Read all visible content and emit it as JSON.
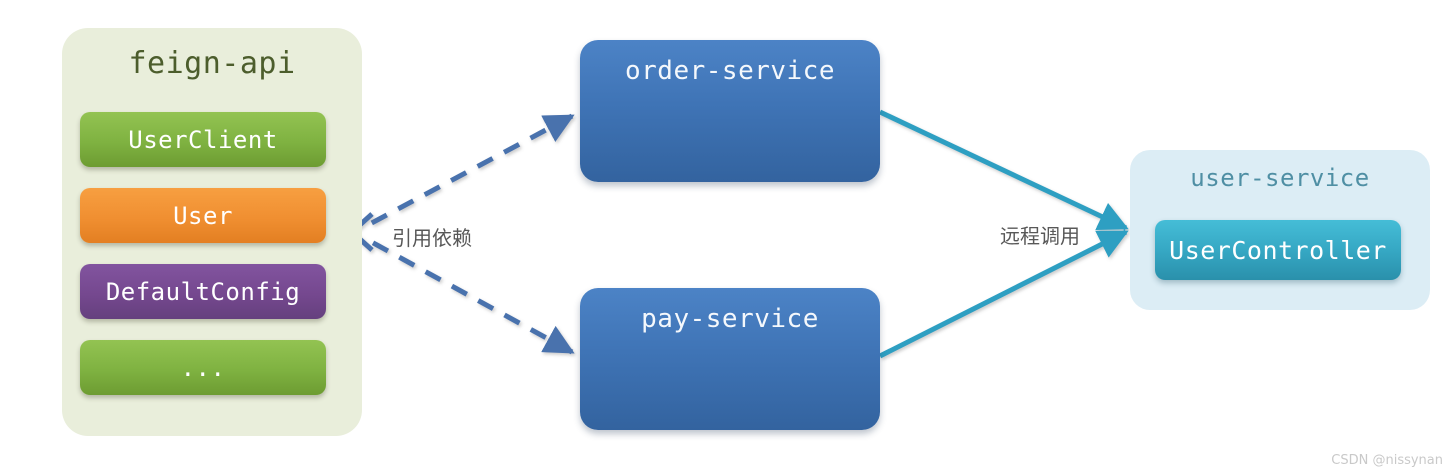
{
  "diagram": {
    "title_watermark": "CSDN @nissynan",
    "package": {
      "title": "feign-api",
      "card_color": "#e9eedb",
      "title_color": "#4c5d2c",
      "items": [
        {
          "label": "UserClient",
          "color": "#7fb241",
          "style": "green"
        },
        {
          "label": "User",
          "color": "#f08f31",
          "style": "orange"
        },
        {
          "label": "DefaultConfig",
          "color": "#75488f",
          "style": "purple"
        },
        {
          "label": "...",
          "color": "#7fb241",
          "style": "green"
        }
      ]
    },
    "services": [
      {
        "name": "order-service",
        "color": "#3f74b6"
      },
      {
        "name": "pay-service",
        "color": "#3f74b6"
      }
    ],
    "provider": {
      "title": "user-service",
      "panel_color": "#dcedf5",
      "title_color": "#4f8fa4",
      "components": [
        {
          "label": "UserController",
          "color": "#36a8c4"
        }
      ]
    },
    "edges": [
      {
        "label": "引用依赖",
        "style": "dashed",
        "color": "#4a72ad",
        "direction": "services-to-package",
        "from": [
          "order-service",
          "pay-service"
        ],
        "to": "feign-api"
      },
      {
        "label": "远程调用",
        "style": "solid",
        "color": "#2f9fc2",
        "direction": "services-to-provider",
        "from": [
          "order-service",
          "pay-service"
        ],
        "to": "user-service"
      }
    ]
  }
}
